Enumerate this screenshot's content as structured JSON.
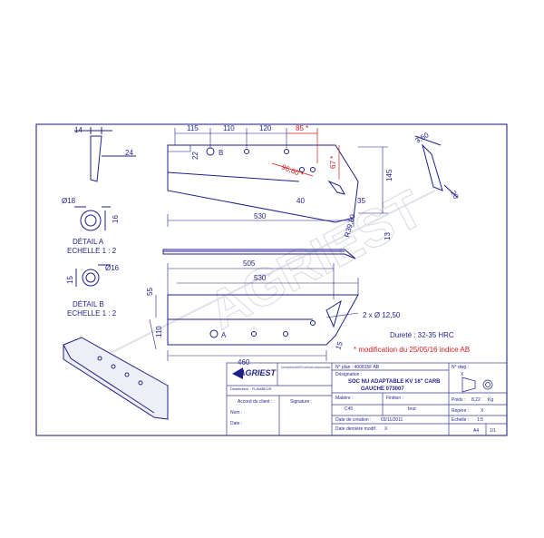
{
  "drawing": {
    "dims_top": {
      "d115": "115",
      "d110": "110",
      "d120": "120",
      "d85": "85 *",
      "d14": "14",
      "d24": "24",
      "d22": "22",
      "d145": "145",
      "d530": "530",
      "d67": "67 *",
      "d96": "96,60 *",
      "d40": "40",
      "d35": "35",
      "d350": "3,50",
      "d20": "20",
      "r90": "R39,80",
      "d13": "13",
      "hole_b": "B"
    },
    "detail_a": {
      "dia18": "Ø18",
      "d16": "16",
      "title": "DÉTAIL A",
      "scale": "ECHELLE 1 : 2"
    },
    "detail_b": {
      "dia16": "Ø16",
      "d15": "15",
      "title": "DÉTAIL B",
      "scale": "ECHELLE 1 : 2"
    },
    "dims_bottom": {
      "d505": "505",
      "d530": "530",
      "d55": "55",
      "d110": "110",
      "d460": "460",
      "d15": "15",
      "holes": "2 x Ø 12,50",
      "hole_a": "A"
    },
    "notes": {
      "hardness": "Dureté : 32-35 HRC",
      "modification": "* modification du 25/05/16 indice AB"
    },
    "watermark": "AGRIEST"
  },
  "title_block": {
    "brand": "AGRIEST",
    "plan_no_label": "N° plan : 400815F AB",
    "designation_label": "Désignation :",
    "designation_line1": "SOC NU ADAPTABLE KV 16\" CARB",
    "designation_line2": "GAUCHE 073007",
    "client_label": "Accord du client :",
    "signature_label": "Signature :",
    "name_label": "Nom :",
    "date_label": "Date :",
    "material_label": "Matière :",
    "material_value": "C45",
    "finish_label": "Finition :",
    "finish_value": "brut",
    "creation_label": "Date de création :",
    "creation_value": "03/11/2011",
    "lastmod_label": "Date dernière modif :",
    "lastmod_value": "X",
    "dwg_label": "N° dwg :",
    "dwg_value": "X",
    "weight_label": "Poids :",
    "weight_value": "8,22",
    "weight_unit": "Kg",
    "repere_label": "Repère :",
    "repere_value": "X",
    "scale_label": "Echelle :",
    "scale_value": "1:5",
    "format": "A4",
    "sheet": "1/1",
    "distributor_label": "Distributeur : FLAMBEUR",
    "owner_note": "Ce plan est la propriété de la société AGRIEST et ne peut être reproduit ou communiqué sans son autorisation"
  }
}
